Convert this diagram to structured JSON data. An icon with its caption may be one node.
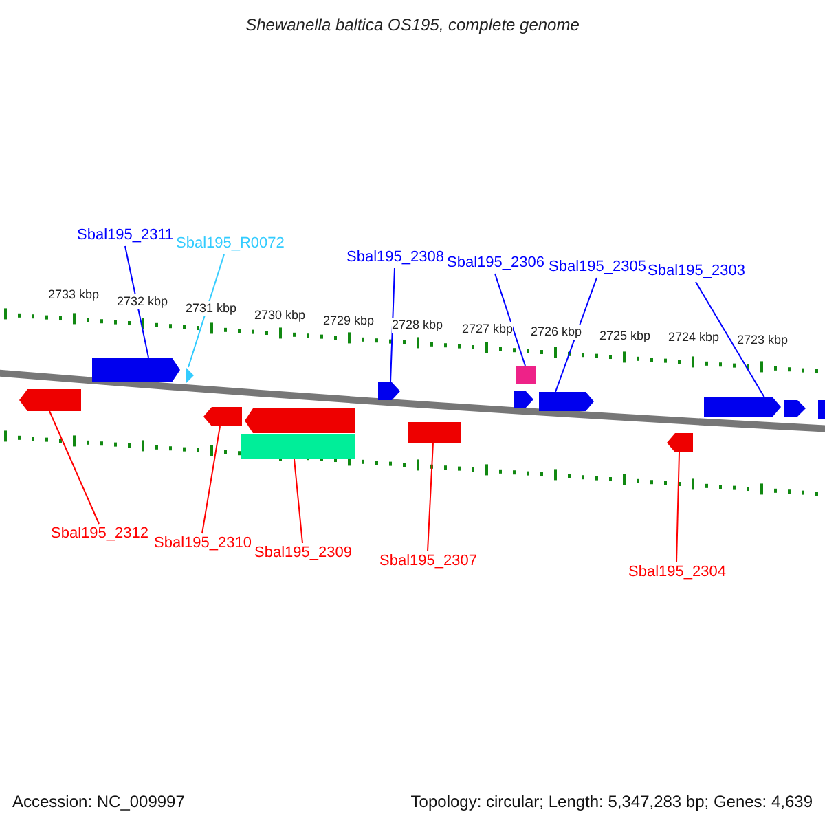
{
  "diagram": {
    "title": "Shewanella baltica OS195, complete genome",
    "nodes": [
      {
        "text": [
          "Sbal195_2311"
        ]
      },
      {
        "text": [
          "Sbal195_R0072"
        ]
      },
      {
        "text": [
          "Sbal195_2308"
        ]
      },
      {
        "text": [
          "Sbal195_2306"
        ]
      },
      {
        "text": [
          "Sbal195_2305"
        ]
      },
      {
        "text": [
          "Sbal195_2303"
        ]
      },
      {
        "text": [
          "Sbal195_2312"
        ]
      },
      {
        "text": [
          "Sbal195_2310"
        ]
      },
      {
        "text": [
          "Sbal195_2309"
        ]
      },
      {
        "text": [
          "Sbal195_2307"
        ]
      },
      {
        "text": [
          "Sbal195_2304"
        ]
      },
      {
        "text": [],
        "shape": "bar"
      },
      {
        "text": [],
        "shape": "bar"
      },
      {
        "text": [],
        "shape": "bar"
      },
      {
        "text": [],
        "shape": "bar"
      },
      {
        "text": [],
        "shape": "box"
      },
      {
        "text": [],
        "shape": "bar"
      },
      {
        "text": [],
        "shape": "bar"
      },
      {
        "text": [],
        "shape": "box"
      },
      {
        "text": [],
        "shape": "bar"
      },
      {
        "text": [],
        "shape": "box"
      },
      {
        "text": [],
        "shape": "bar"
      },
      {
        "text": [],
        "shape": "bar"
      },
      {
        "text": [],
        "shape": "bar"
      },
      {
        "text": [],
        "shape": "bar"
      },
      {
        "text": [],
        "shape": "box"
      }
    ],
    "edges": [
      {
        "from": 0,
        "to": 12,
        "arrow": "none"
      },
      {
        "from": 1,
        "to": 13,
        "arrow": "none",
        "color": "#33ccff"
      },
      {
        "from": 2,
        "to": 17,
        "arrow": "none"
      },
      {
        "from": 3,
        "to": 20,
        "arrow": "none"
      },
      {
        "from": 4,
        "to": 21,
        "arrow": "none"
      },
      {
        "from": 5,
        "to": 23,
        "arrow": "none"
      },
      {
        "from": 6,
        "to": 11,
        "arrow": "none",
        "color": "#ff0000"
      },
      {
        "from": 7,
        "to": 14,
        "arrow": "none",
        "color": "#ff0000"
      },
      {
        "from": 8,
        "to": 15,
        "arrow": "none",
        "color": "#ff0000"
      },
      {
        "from": 9,
        "to": 18,
        "arrow": "none",
        "color": "#ff0000"
      },
      {
        "from": 10,
        "to": 22,
        "arrow": "none",
        "color": "#ff0000"
      }
    ],
    "labels": [
      "2733 kbp",
      "2732 kbp",
      "2731 kbp",
      "2730 kbp",
      "2729 kbp",
      "2728 kbp",
      "2727 kbp",
      "2726 kbp",
      "2725 kbp",
      "2724 kbp",
      "2723 kbp",
      "Accession: NC_009997",
      "Topology: circular; Length: 5,347,283 bp; Genes: 4,639"
    ]
  }
}
